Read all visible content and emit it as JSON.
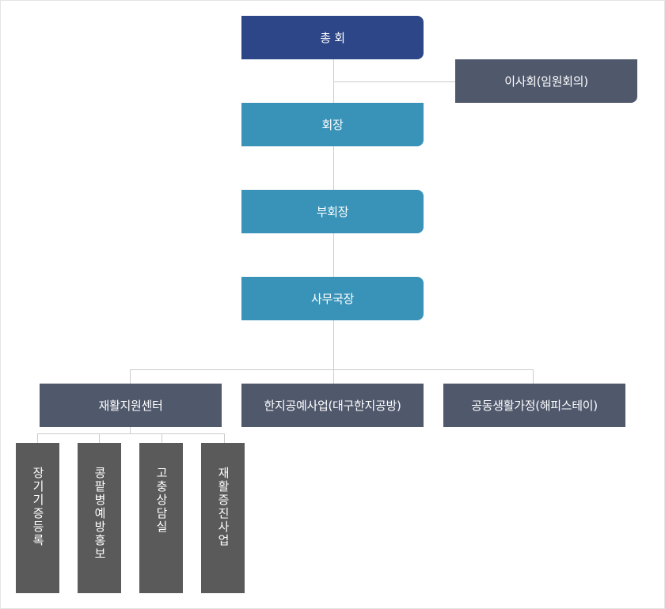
{
  "general_assembly": "총 회",
  "board": "이사회(임원회의)",
  "president": "회장",
  "vice_president": "부회장",
  "secretary_general": "사무국장",
  "rehab_center": "재활지원센터",
  "hanji_project": "한지공예사업(대구한지공방)",
  "group_home": "공동생활가정(해피스테이)",
  "sub_units": [
    "장기기증등록",
    "콩팥병예방홍보",
    "고충상담실",
    "재활증진사업"
  ]
}
